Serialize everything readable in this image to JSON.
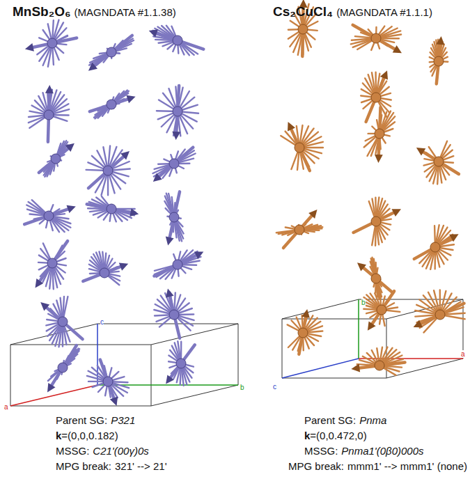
{
  "diagram": {
    "labels": [
      "MnSb₂O₆",
      "(MAGNDATA #1.1.38)",
      "Cs₂CuCl₄",
      "(MAGNDATA #1.1.1)",
      "a",
      "b",
      "c",
      "c",
      "b",
      "a",
      "Parent SG:",
      "P321",
      "k",
      "=(0,0,0.182)",
      "MSSG:",
      "C21'(00γ)0s",
      "MPG break:",
      "321' --> 21'",
      "Parent SG:",
      "Pnma",
      "k",
      "=(0,0.472,0)",
      "MSSG:",
      "Pnma1'(0β0)000s",
      "MPG break:",
      "mmm1' --> mmm1' (none)"
    ]
  }
}
